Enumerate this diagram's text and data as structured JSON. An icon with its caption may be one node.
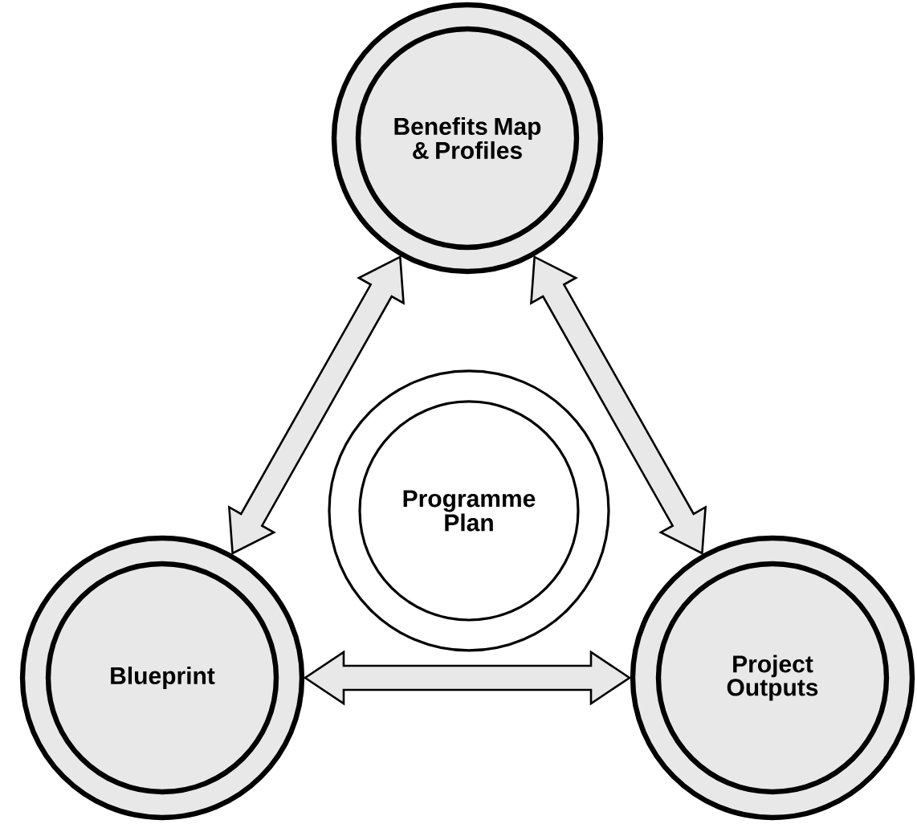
{
  "diagram": {
    "nodes": [
      {
        "text": [
          "Benefits Map & Profiles"
        ]
      },
      {
        "text": [
          "Programme Plan"
        ]
      },
      {
        "text": [
          "Blueprint"
        ]
      },
      {
        "text": [
          "Project Outputs"
        ]
      }
    ],
    "edges": [
      {
        "from": 0,
        "to": 2,
        "arrow": "both"
      },
      {
        "from": 0,
        "to": 3,
        "arrow": "both"
      },
      {
        "from": 2,
        "to": 3,
        "arrow": "both"
      }
    ]
  }
}
